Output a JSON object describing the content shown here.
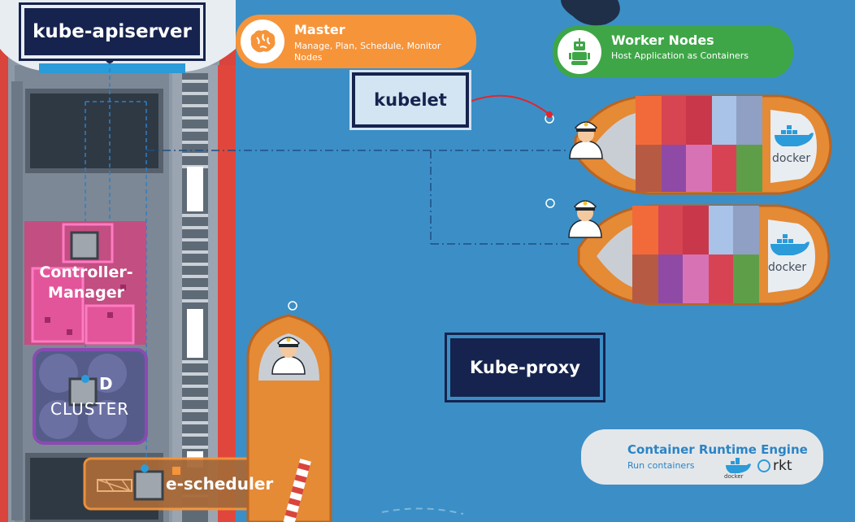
{
  "components": {
    "apiserver": "kube-apiserver",
    "kubelet": "kubelet",
    "kube_proxy": "Kube-proxy",
    "controller_manager_line1": "Controller-",
    "controller_manager_line2": "Manager",
    "etcd_letter": "D",
    "etcd_cluster": "CLUSTER",
    "scheduler": "e-scheduler"
  },
  "master_card": {
    "title": "Master",
    "subtitle": "Manage, Plan, Schedule, Monitor Nodes",
    "icon": "brain-icon",
    "color": "#f6943a"
  },
  "worker_card": {
    "title": "Worker Nodes",
    "subtitle": "Host Application as Containers",
    "icon": "robot-icon",
    "color": "#3fa648"
  },
  "runtime_card": {
    "title": "Container Runtime Engine",
    "subtitle": "Run containers",
    "logos": [
      "docker",
      "rkt"
    ]
  },
  "ship_logo": "docker",
  "colors": {
    "sea": "#3b8fc6",
    "navy": "#16234e",
    "master_orange": "#f6943a",
    "worker_green": "#3fa648",
    "controller_pink": "#e94a9c",
    "etcd_purple": "#8b4ab3"
  }
}
